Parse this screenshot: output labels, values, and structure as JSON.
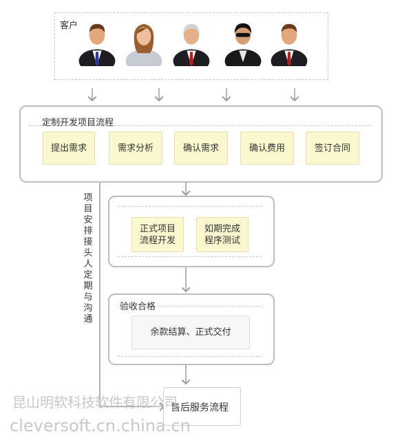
{
  "customers": {
    "label": "客户",
    "avatars": [
      "male-red-tie",
      "female",
      "older-male",
      "male-sunglasses",
      "male-red-tie-2"
    ]
  },
  "custom_flow": {
    "title": "定制开发项目流程",
    "steps": [
      "提出需求",
      "需求分析",
      "确认需求",
      "确认费用",
      "签订合同"
    ]
  },
  "dev": {
    "step1": "正式项目\n流程开发",
    "step2": "如期完成\n程序测试"
  },
  "acceptance": {
    "title": "验收合格",
    "step": "余款结算、正式交付"
  },
  "aftersales": {
    "label": "售后服务流程"
  },
  "side_note": "项目安排接头人定期与沟通",
  "watermark": {
    "line1": "昆山明软科技软件有限公司",
    "line2": "cleversoft.cn.china.cn"
  },
  "colors": {
    "step_fill": "#fbf7cf",
    "border": "#bdbdbd"
  }
}
